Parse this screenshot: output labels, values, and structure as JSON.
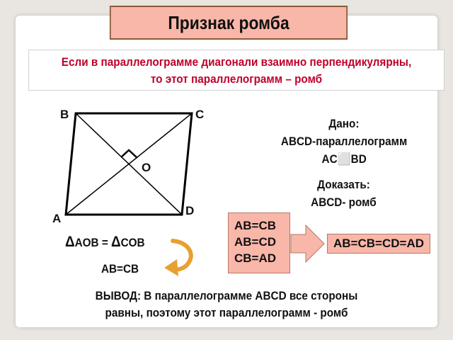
{
  "title": "Признак  ромба",
  "theorem": {
    "line1": "Если в параллелограмме диагонали взаимно перпендикулярны,",
    "line2": "то этот параллелограмм – ромб"
  },
  "points": {
    "a": "A",
    "b": "B",
    "c": "C",
    "d": "D",
    "o": "O"
  },
  "given": {
    "heading": "Дано:",
    "line1": "ABCD-параллелограмм",
    "line2": "AC⬜BD"
  },
  "prove": {
    "heading": "Доказать:",
    "line1": "ABCD- ромб"
  },
  "triangles": {
    "delta1": "Δ",
    "text1": "AOB = ",
    "delta2": "Δ",
    "text2": "COB"
  },
  "ab_cb": "AB=CB",
  "equalities": [
    "AB=CB",
    "AB=CD",
    "CB=AD"
  ],
  "result": "AB=CB=CD=AD",
  "conclusion": {
    "line1": "ВЫВОД: В параллелограмме ABCD все стороны",
    "line2": "равны, поэтому этот параллелограмм - ромб"
  },
  "colors": {
    "title_bg": "#f9b7a9",
    "theorem_text": "#c0002a",
    "arrow_fill": "#f9b7a9",
    "curved_arrow": "#e8a030"
  }
}
